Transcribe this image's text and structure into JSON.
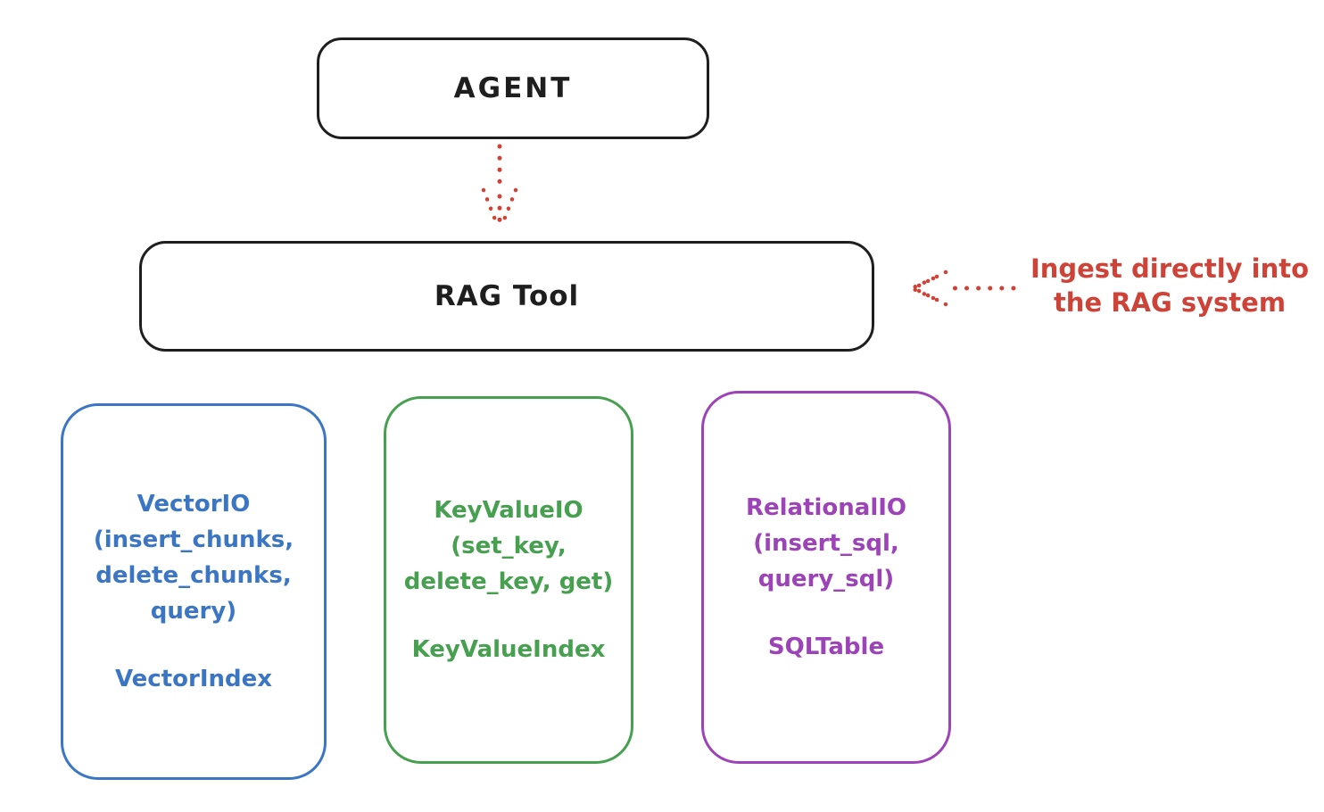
{
  "colors": {
    "ink": "#1e1e1e",
    "red": "#cf4237",
    "blue": "#3b76c5",
    "green": "#46a04f",
    "purple": "#9d43b8"
  },
  "agent": {
    "label": "AGENT"
  },
  "rag_tool": {
    "label": "RAG Tool"
  },
  "annotation": {
    "line1": "Ingest directly into",
    "line2": "the RAG system"
  },
  "backends": [
    {
      "title": "VectorIO",
      "lines": [
        "VectorIO",
        "(insert_chunks,",
        "delete_chunks,",
        "query)"
      ],
      "index": "VectorIndex"
    },
    {
      "title": "KeyValueIO",
      "lines": [
        "KeyValueIO",
        "(set_key,",
        "delete_key, get)"
      ],
      "index": "KeyValueIndex"
    },
    {
      "title": "RelationalIO",
      "lines": [
        "RelationalIO",
        "(insert_sql,",
        "query_sql)"
      ],
      "index": "SQLTable"
    }
  ]
}
